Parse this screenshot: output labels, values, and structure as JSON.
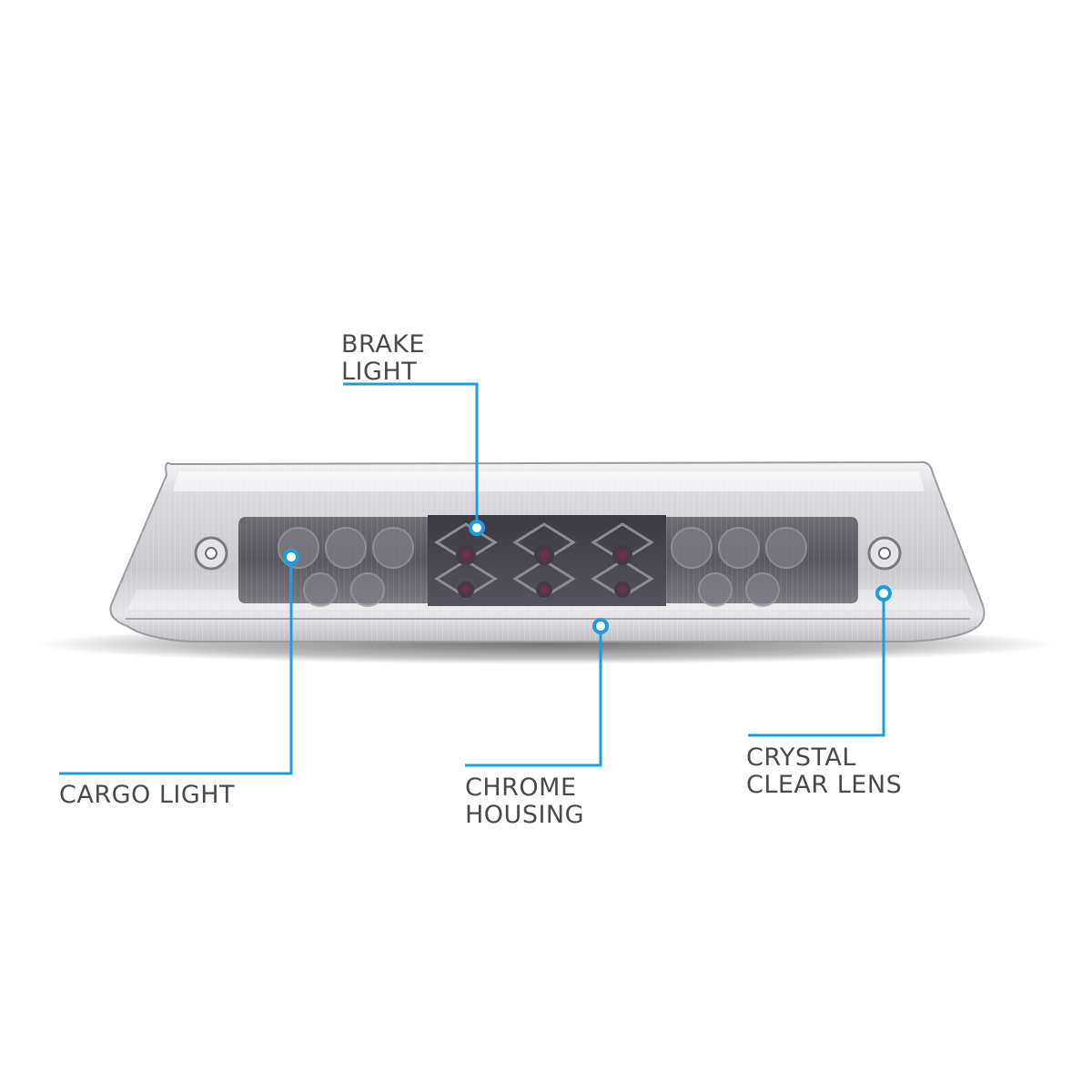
{
  "accent_color": "#1a9ee0",
  "callouts": {
    "brake_light": {
      "lines": [
        "BRAKE",
        "LIGHT"
      ]
    },
    "cargo_light": {
      "lines": [
        "CARGO LIGHT"
      ]
    },
    "chrome_housing": {
      "lines": [
        "CHROME",
        "HOUSING"
      ]
    },
    "crystal_clear_lens": {
      "lines": [
        "CRYSTAL",
        "CLEAR LENS"
      ]
    }
  }
}
